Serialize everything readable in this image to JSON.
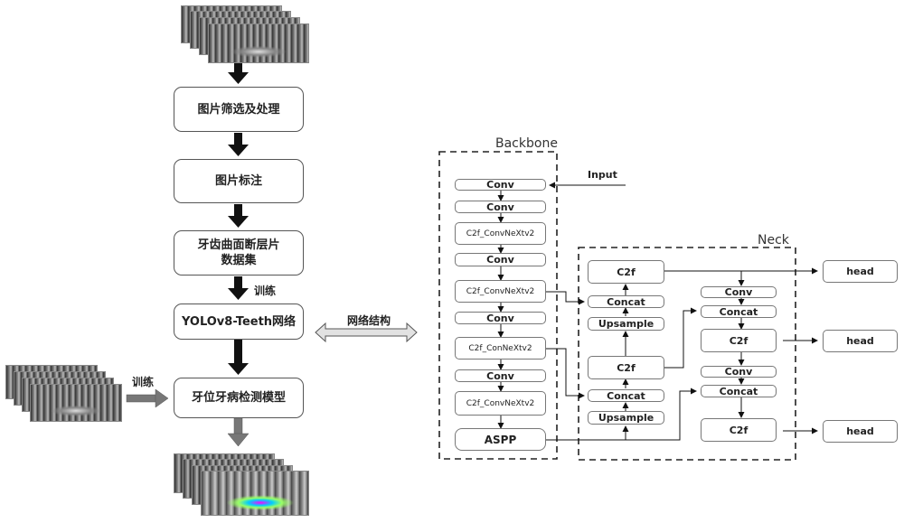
{
  "flow": {
    "steps": [
      {
        "label": "图片筛选及处理"
      },
      {
        "label": "图片标注"
      },
      {
        "label": "牙齿曲面断层片\n数据集"
      },
      {
        "label": "YOLOv8-Teeth网络"
      },
      {
        "label": "牙位牙病检测模型"
      }
    ],
    "train_label_1": "训练",
    "train_label_2": "训练",
    "network_structure_label": "网络结构",
    "images": {
      "input_stack": "panoramic-xray-stack",
      "train_stack": "panoramic-xray-stack",
      "output_stack": "annotated-xray-stack"
    }
  },
  "backbone": {
    "title": "Backbone",
    "input_label": "Input",
    "nodes": [
      "Conv",
      "Conv",
      "C2f_ConvNeXtv2",
      "Conv",
      "C2f_ConvNeXtv2",
      "Conv",
      "C2f_ConNeXtv2",
      "Conv",
      "C2f_ConvNeXtv2",
      "ASPP"
    ]
  },
  "neck": {
    "title": "Neck",
    "left_column": [
      "C2f",
      "Concat",
      "Upsample",
      "C2f",
      "Concat",
      "Upsample"
    ],
    "right_column": [
      "Conv",
      "Concat",
      "C2f",
      "Conv",
      "Concat",
      "C2f"
    ]
  },
  "heads": [
    "head",
    "head",
    "head"
  ],
  "colors": {
    "arrow_dark": "#111111",
    "arrow_gray": "#777777",
    "double_arrow_fill": "#dddddd",
    "box_border": "#555555",
    "dash": "#222222"
  }
}
